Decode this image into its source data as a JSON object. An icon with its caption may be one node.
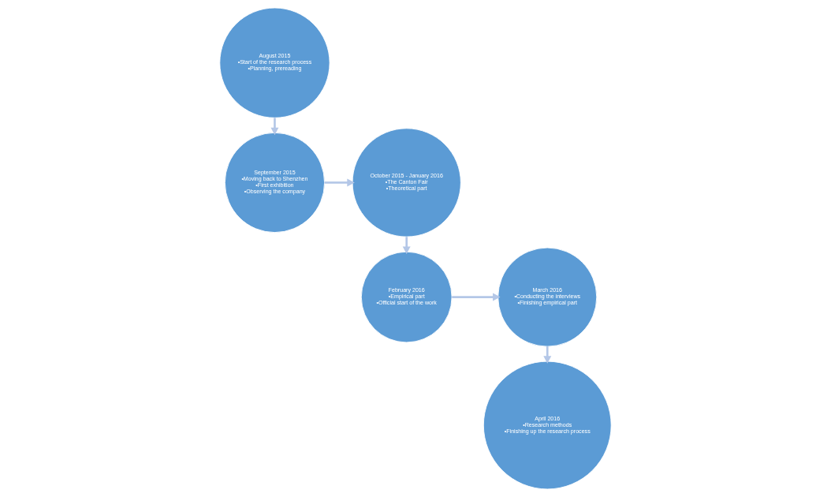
{
  "diagram": {
    "nodes": [
      {
        "text": [
          "August 2015",
          "•Start of the research process",
          "•Planning, prereading"
        ]
      },
      {
        "text": [
          "September 2015",
          "•Moving back to Shenzhen",
          "•First exhibition",
          "•Observing the company"
        ]
      },
      {
        "text": [
          "October 2015 - January 2016",
          "•The Canton Fair",
          "•Theoretical part"
        ]
      },
      {
        "text": [
          "February 2016",
          "•Empirical part",
          "•Official start of the work"
        ]
      },
      {
        "text": [
          "March 2016",
          "•Conducting the interviews",
          "•Finishing empirical part"
        ]
      },
      {
        "text": [
          "April 2016",
          "•Research methods",
          "•Finishing up the research process"
        ]
      }
    ],
    "edges": [
      {
        "from": 0,
        "to": 1,
        "arrow": "to"
      },
      {
        "from": 1,
        "to": 2,
        "arrow": "to"
      },
      {
        "from": 2,
        "to": 3,
        "arrow": "to"
      },
      {
        "from": 3,
        "to": 4,
        "arrow": "to"
      },
      {
        "from": 4,
        "to": 5,
        "arrow": "to"
      }
    ]
  }
}
